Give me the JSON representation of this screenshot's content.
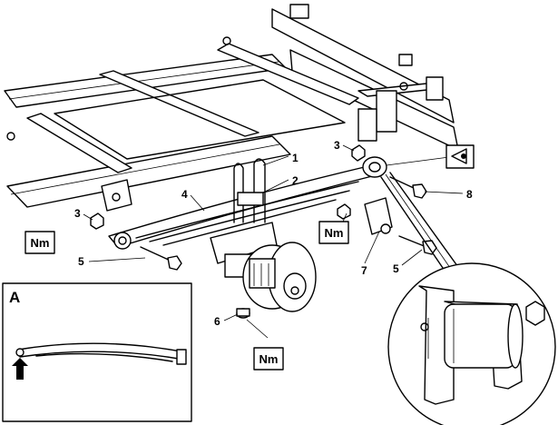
{
  "callouts": {
    "c1": "1",
    "c2": "2",
    "c3a": "3",
    "c3b": "3",
    "c4": "4",
    "c5a": "5",
    "c5b": "5",
    "c6": "6",
    "c7": "7",
    "c8": "8"
  },
  "torque": {
    "nm1": "Nm",
    "nm2": "Nm",
    "nm3": "Nm"
  },
  "inset": {
    "label": "A"
  },
  "icons": {
    "eye": "eye-view-icon",
    "arrow": "up-arrow-icon"
  }
}
